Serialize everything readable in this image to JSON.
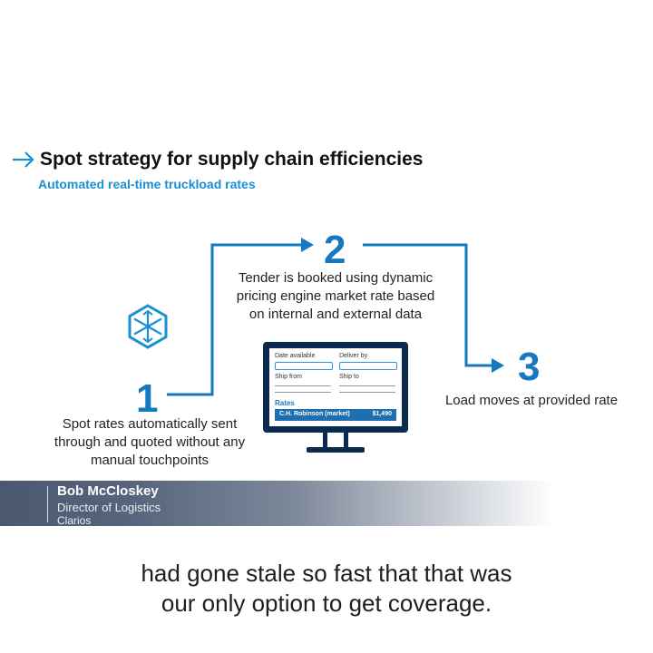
{
  "slide": {
    "title": "Spot strategy for supply chain efficiencies",
    "subtitle": "Automated real-time truckload rates",
    "accent_color": "#1578c0",
    "icons": {
      "title": "arrow-right-icon",
      "logo": "cube-logo-icon",
      "monitor": "monitor-icon"
    }
  },
  "steps": [
    {
      "number": "1",
      "lines": [
        "Spot rates automatically sent",
        "through and quoted without any",
        "manual touchpoints"
      ]
    },
    {
      "number": "2",
      "lines": [
        "Tender is booked using dynamic",
        "pricing engine market rate based",
        "on internal and external data"
      ]
    },
    {
      "number": "3",
      "lines": [
        "Load moves at provided rate"
      ]
    }
  ],
  "monitor_form": {
    "date_available": "Date available",
    "deliver_by": "Deliver by",
    "ship_from": "Ship from",
    "ship_to": "Ship to",
    "rates_label": "Rates",
    "rate_carrier": "C.H. Robinson (market)",
    "rate_price": "$1,490"
  },
  "lower_third": {
    "name": "Bob McCloskey",
    "role": "Director of Logistics",
    "company": "Clarios"
  },
  "caption": {
    "line1": "had gone stale so fast that that was",
    "line2": "our only option to get coverage."
  }
}
